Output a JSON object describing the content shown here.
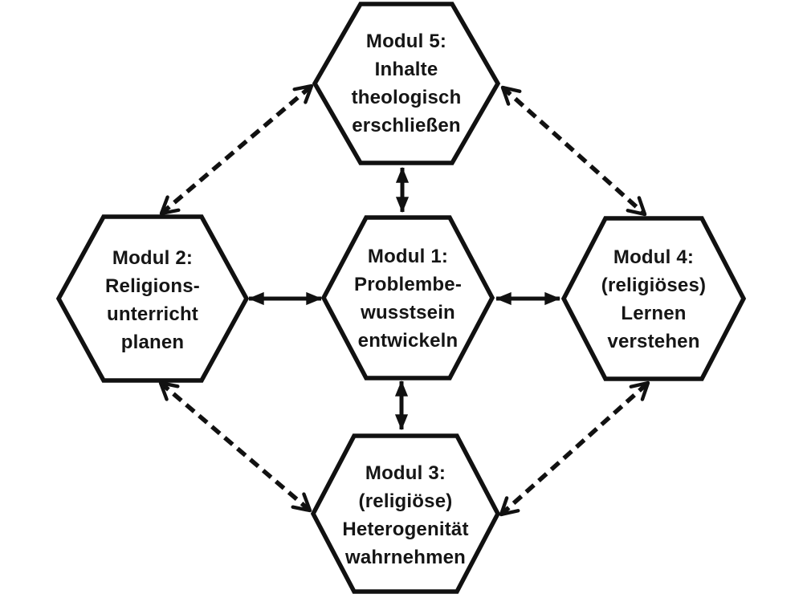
{
  "diagram": {
    "kind": "hexagon-module-diagram",
    "background_color": "#ffffff",
    "stroke_color": "#111111",
    "text_color": "#151515",
    "nodes": [
      {
        "id": "modul5",
        "position": "top",
        "lines": [
          "Modul 5:",
          "Inhalte",
          "theologisch",
          "erschließen"
        ]
      },
      {
        "id": "modul2",
        "position": "left",
        "lines": [
          "Modul 2:",
          "Religions-",
          "unterricht",
          "planen"
        ]
      },
      {
        "id": "modul1",
        "position": "center",
        "lines": [
          "Modul 1:",
          "Problembe-",
          "wusstsein",
          "entwickeln"
        ]
      },
      {
        "id": "modul4",
        "position": "right",
        "lines": [
          "Modul 4:",
          "(religiöses)",
          "Lernen",
          "verstehen"
        ]
      },
      {
        "id": "modul3",
        "position": "bottom",
        "lines": [
          "Modul 3:",
          "(religiöse)",
          "Heterogenität",
          "wahrnehmen"
        ]
      }
    ],
    "edges": [
      {
        "from": "modul1",
        "to": "modul5",
        "style": "solid",
        "bidirectional": true
      },
      {
        "from": "modul1",
        "to": "modul2",
        "style": "solid",
        "bidirectional": true
      },
      {
        "from": "modul1",
        "to": "modul4",
        "style": "solid",
        "bidirectional": true
      },
      {
        "from": "modul1",
        "to": "modul3",
        "style": "solid",
        "bidirectional": true
      },
      {
        "from": "modul5",
        "to": "modul2",
        "style": "dashed",
        "bidirectional": true
      },
      {
        "from": "modul5",
        "to": "modul4",
        "style": "dashed",
        "bidirectional": true
      },
      {
        "from": "modul3",
        "to": "modul2",
        "style": "dashed",
        "bidirectional": true
      },
      {
        "from": "modul3",
        "to": "modul4",
        "style": "dashed",
        "bidirectional": true
      }
    ]
  }
}
